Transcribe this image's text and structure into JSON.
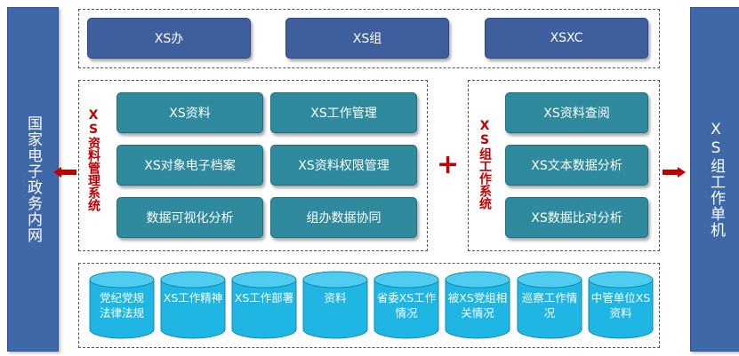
{
  "left_side": "国家电子政务内网",
  "right_side": "XS组工作单机",
  "top_row": [
    "XS办",
    "XS组",
    "XSXC"
  ],
  "left_system": {
    "title": "XS资料管理系统",
    "items": [
      "XS资料",
      "XS工作管理",
      "XS对象电子档案",
      "XS资料权限管理",
      "数据可视化分析",
      "组办数据协同"
    ]
  },
  "plus": "+",
  "right_system": {
    "title": "XS组工作系统",
    "items": [
      "XS资料查阅",
      "XS文本数据分析",
      "XS数据比对分析"
    ]
  },
  "databases": [
    {
      "line1": "党纪党规",
      "line2": "法律法规"
    },
    {
      "line1": "XS工作精神",
      "line2": ""
    },
    {
      "line1": "XS工作部署",
      "line2": ""
    },
    {
      "line1": "资料",
      "line2": ""
    },
    {
      "line1": "省委XS工作",
      "line2": "情况"
    },
    {
      "line1": "被XS党组相",
      "line2": "关情况"
    },
    {
      "line1": "巡察工作情",
      "line2": "况"
    },
    {
      "line1": "中管单位XS",
      "line2": "资料"
    }
  ],
  "colors": {
    "side": "#3f68a8",
    "top_box": "#3f5e9e",
    "teal_box": "#2e8a9c",
    "cylinder": "#1fb6e3",
    "accent": "#c00000"
  }
}
